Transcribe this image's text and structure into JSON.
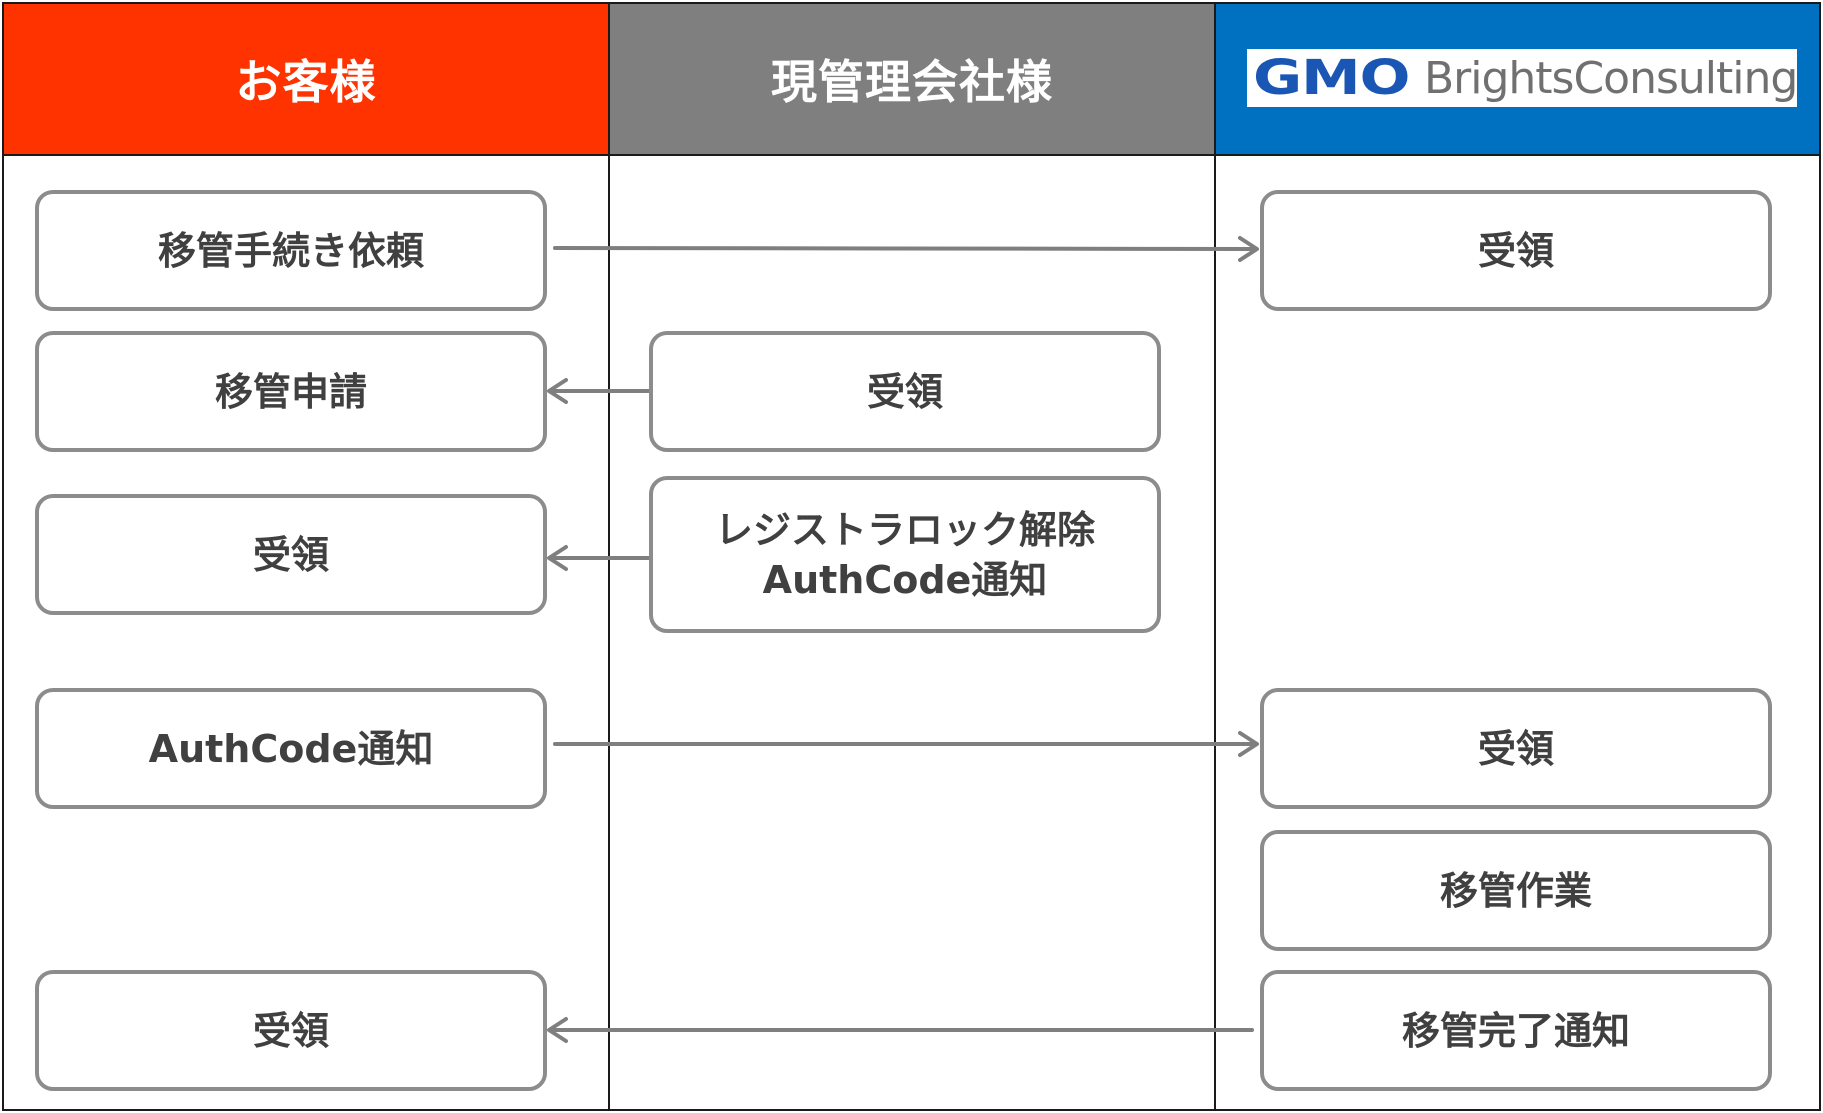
{
  "lanes": {
    "customer": {
      "title": "お客様",
      "color": "#ff3300"
    },
    "current_registrar": {
      "title": "現管理会社様",
      "color": "#7f7f7f"
    },
    "gmo": {
      "logo_mark": "GMO",
      "logo_text": "BrightsConsulting",
      "color": "#0070c0"
    }
  },
  "steps": {
    "customer_transfer_request": "移管手続き依頼",
    "customer_transfer_application": "移管申請",
    "customer_receipt_1": "受領",
    "customer_authcode_notice": "AuthCode通知",
    "customer_receipt_2": "受領",
    "registrar_receipt": "受領",
    "registrar_unlock_authcode": "レジストラロック解除\nAuthCode通知",
    "gmo_receipt_1": "受領",
    "gmo_receipt_2": "受領",
    "gmo_transfer_work": "移管作業",
    "gmo_transfer_complete": "移管完了通知"
  },
  "colors": {
    "box_border": "#8c8c8c",
    "arrow": "#7f7f7f",
    "text": "#404040"
  }
}
